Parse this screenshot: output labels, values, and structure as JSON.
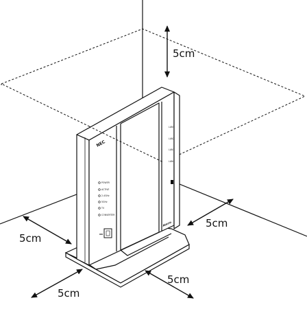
{
  "labels": {
    "top": "5cm",
    "right": "5cm",
    "left": "5cm",
    "front_left": "5cm",
    "front_right": "5cm"
  },
  "device": {
    "brand": "NEC",
    "indicators": [
      "POWER",
      "ACTIVE",
      "2.4GHz",
      "5GHz",
      "TV",
      "CONVERTER"
    ],
    "ports": [
      "LAN1",
      "LAN2",
      "LAN3",
      "LAN4"
    ],
    "front_logo": "Aterm"
  },
  "colors": {
    "line": "#111111",
    "body": "#ffffff"
  }
}
